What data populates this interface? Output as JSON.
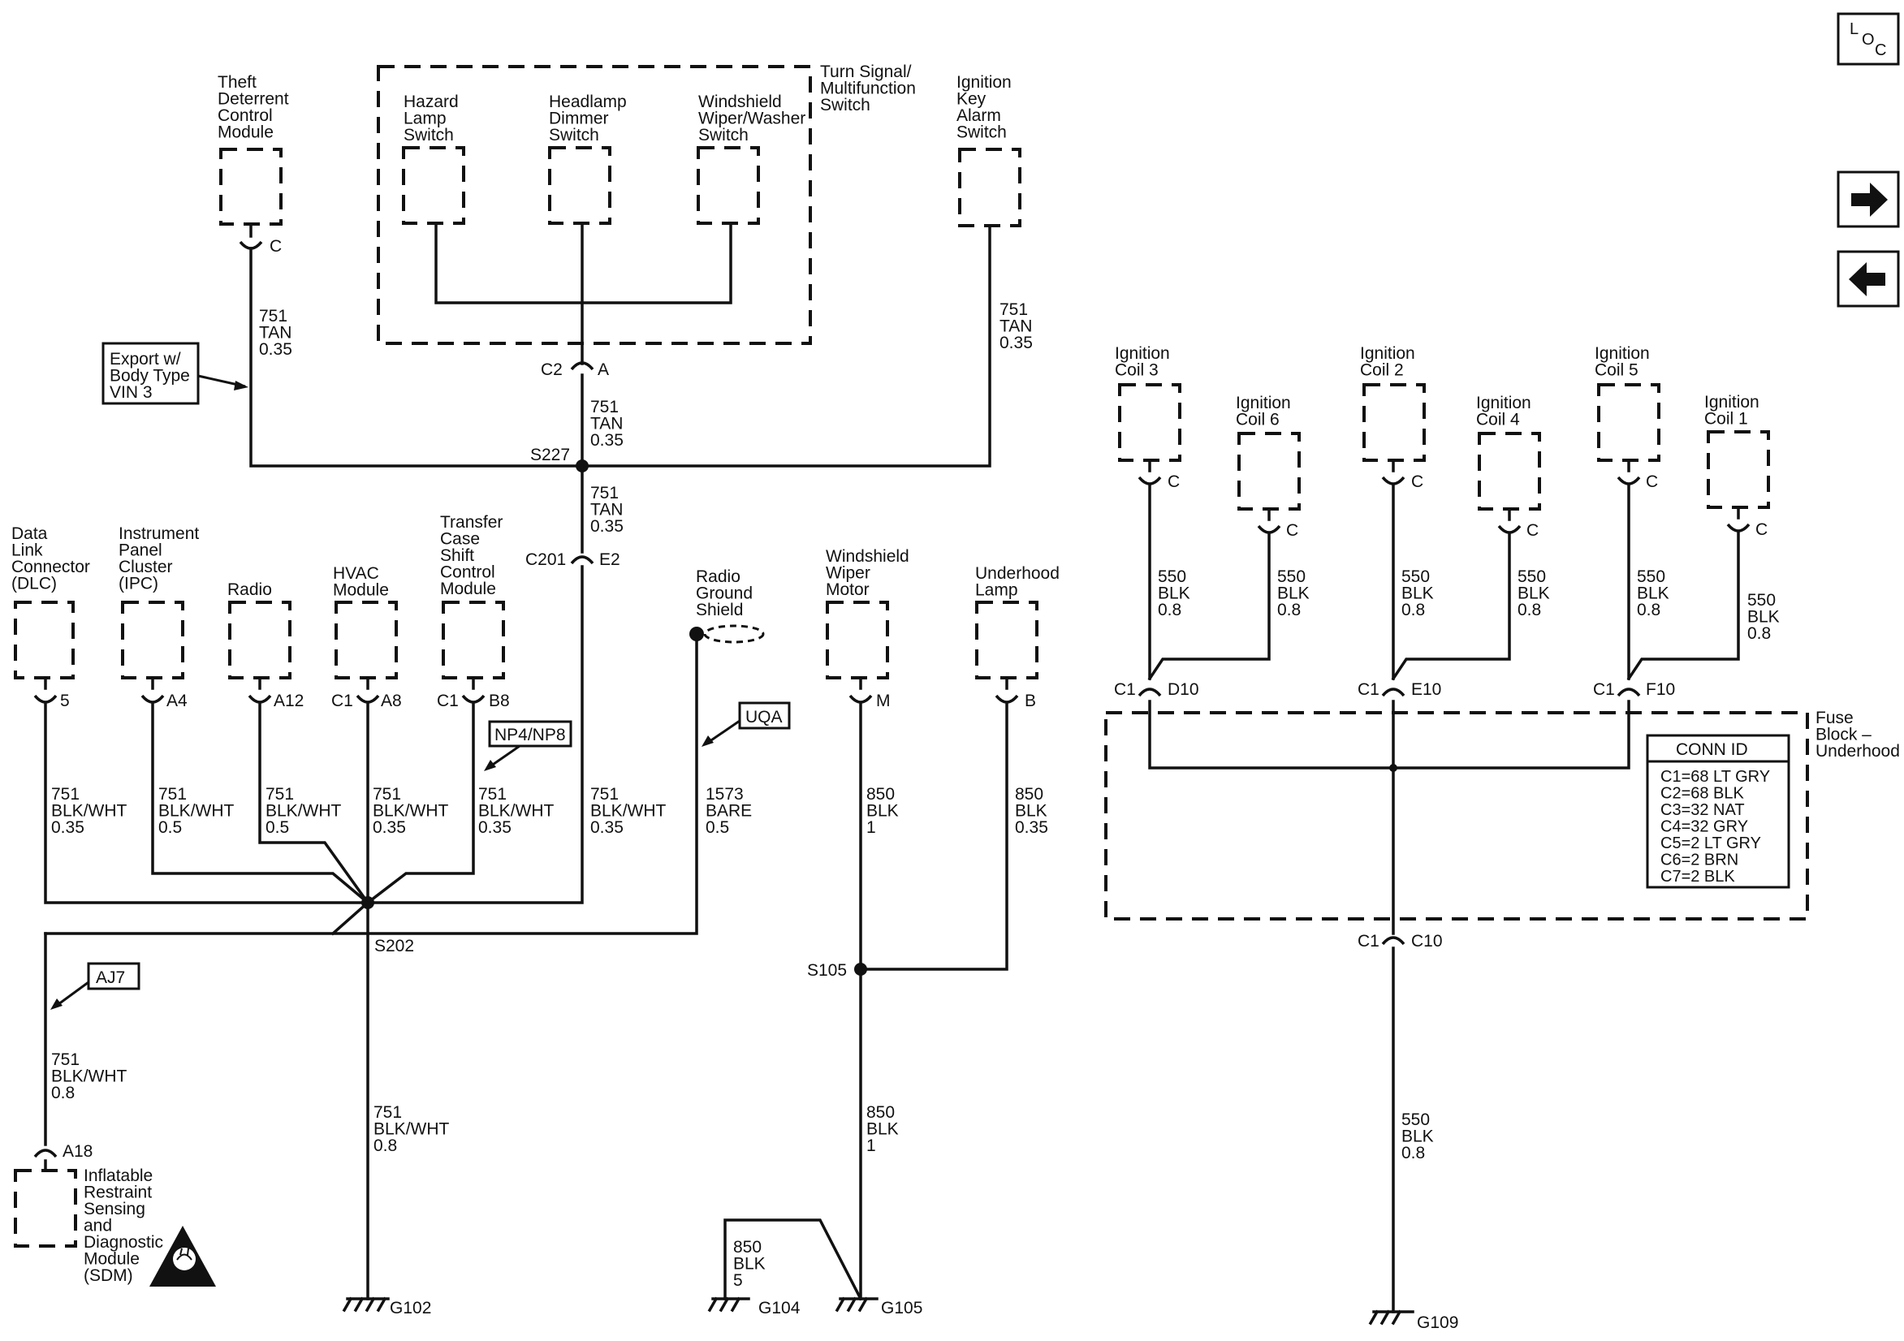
{
  "top": {
    "turn_signal_label": [
      "Turn Signal/",
      "Multifunction",
      "Switch"
    ],
    "hazard_label": [
      "Hazard",
      "Lamp",
      "Switch"
    ],
    "headlamp_label": [
      "Headlamp",
      "Dimmer",
      "Switch"
    ],
    "wiper_switch_label": [
      "Windshield",
      "Wiper/Washer",
      "Switch"
    ],
    "theft_label": [
      "Theft",
      "Deterrent",
      "Control",
      "Module"
    ],
    "ignition_key_label": [
      "Ignition",
      "Key",
      "Alarm",
      "Switch"
    ],
    "theft_pin": "C",
    "c2_label": "C2",
    "c2_pin": "A",
    "s227": "S227",
    "c201_label": "C201",
    "c201_pin": "E2",
    "export_note": [
      "Export w/",
      "Body Type",
      "VIN 3"
    ],
    "wire_751_tan": [
      "751",
      "TAN",
      "0.35"
    ]
  },
  "grounds_left": {
    "dlc_label": [
      "Data",
      "Link",
      "Connector",
      "(DLC)"
    ],
    "ipc_label": [
      "Instrument",
      "Panel",
      "Cluster",
      "(IPC)"
    ],
    "radio_label": [
      "Radio"
    ],
    "hvac_label": [
      "HVAC",
      "Module"
    ],
    "tcscm_label": [
      "Transfer",
      "Case",
      "Shift",
      "Control",
      "Module"
    ],
    "radio_shield_label": [
      "Radio",
      "Ground",
      "Shield"
    ],
    "dlc_pin": "5",
    "ipc_pin": "A4",
    "radio_pin": "A12",
    "hvac_c": "C1",
    "hvac_pin": "A8",
    "tcscm_c": "C1",
    "tcscm_pin": "B8",
    "np_tag": "NP4/NP8",
    "uqa_tag": "UQA",
    "aj7_tag": "AJ7",
    "w_dlc": [
      "751",
      "BLK/WHT",
      "0.35"
    ],
    "w_ipc": [
      "751",
      "BLK/WHT",
      "0.5"
    ],
    "w_radio": [
      "751",
      "BLK/WHT",
      "0.5"
    ],
    "w_hvac": [
      "751",
      "BLK/WHT",
      "0.35"
    ],
    "w_tcscm": [
      "751",
      "BLK/WHT",
      "0.35"
    ],
    "w_c201": [
      "751",
      "BLK/WHT",
      "0.35"
    ],
    "w_shield": [
      "1573",
      "BARE",
      "0.5"
    ],
    "w_sdm": [
      "751",
      "BLK/WHT",
      "0.8"
    ],
    "w_g102": [
      "751",
      "BLK/WHT",
      "0.8"
    ],
    "s202": "S202",
    "sdm_pin": "A18",
    "sdm_label": [
      "Inflatable",
      "Restraint",
      "Sensing",
      "and",
      "Diagnostic",
      "Module",
      "(SDM)"
    ],
    "g102": "G102"
  },
  "grounds_middle": {
    "wiper_motor_label": [
      "Windshield",
      "Wiper",
      "Motor"
    ],
    "underhood_lamp_label": [
      "Underhood",
      "Lamp"
    ],
    "wiper_pin": "M",
    "lamp_pin": "B",
    "w_wiper": [
      "850",
      "BLK",
      "1"
    ],
    "w_lamp": [
      "850",
      "BLK",
      "0.35"
    ],
    "s105": "S105",
    "w_s105": [
      "850",
      "BLK",
      "1"
    ],
    "w_g104": [
      "850",
      "BLK",
      "5"
    ],
    "g104": "G104",
    "g105": "G105"
  },
  "coils": {
    "coil3": [
      "Ignition",
      "Coil 3"
    ],
    "coil6": [
      "Ignition",
      "Coil 6"
    ],
    "coil2": [
      "Ignition",
      "Coil 2"
    ],
    "coil4": [
      "Ignition",
      "Coil 4"
    ],
    "coil5": [
      "Ignition",
      "Coil 5"
    ],
    "coil1": [
      "Ignition",
      "Coil 1"
    ],
    "coil_pin": "C",
    "w_coil": [
      "550",
      "BLK",
      "0.8"
    ],
    "fb_c1": "C1",
    "fb_d10": "D10",
    "fb_e10": "E10",
    "fb_f10": "F10",
    "fb_c10": "C10",
    "fuse_block_label": [
      "Fuse",
      "Block –",
      "Underhood"
    ],
    "conn_id_title": "CONN ID",
    "conn_id_rows": [
      "C1=68 LT GRY",
      "C2=68 BLK",
      "C3=32 NAT",
      "C4=32 GRY",
      "C5=2 LT GRY",
      "C6=2 BRN",
      "C7=2 BLK"
    ],
    "w_g109": [
      "550",
      "BLK",
      "0.8"
    ],
    "g109": "G109"
  },
  "nav": {
    "loc_letters": [
      "L",
      "O",
      "C"
    ],
    "forward_icon": "right-arrow-icon",
    "back_icon": "left-arrow-icon"
  }
}
